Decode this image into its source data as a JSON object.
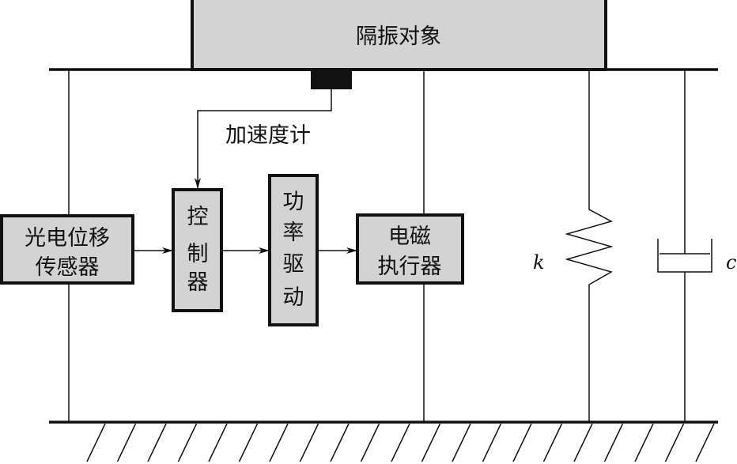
{
  "object": {
    "label": "隔振对象"
  },
  "accelerometer": {
    "label": "加速度计"
  },
  "sensor": {
    "line1": "光电位移",
    "line2": "传感器"
  },
  "controller": {
    "chars": [
      "控",
      "制",
      "器"
    ]
  },
  "power_drive": {
    "chars": [
      "功",
      "率",
      "驱",
      "动"
    ]
  },
  "actuator": {
    "line1": "电磁",
    "line2": "执行器"
  },
  "spring": {
    "label": "k"
  },
  "damper": {
    "label": "c"
  }
}
